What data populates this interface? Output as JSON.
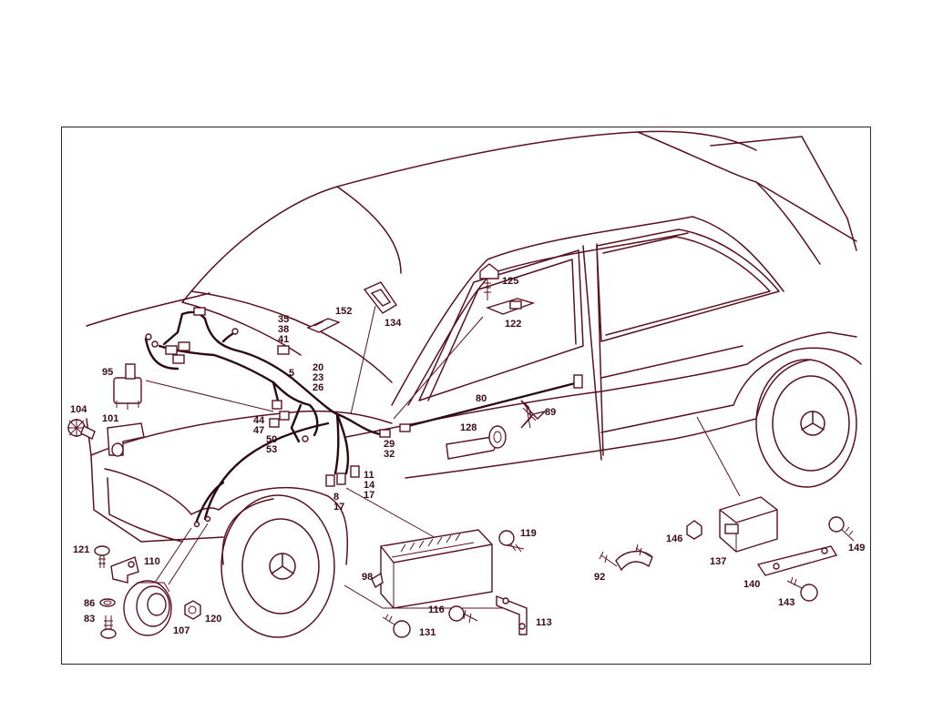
{
  "colors": {
    "line": "#5a1020",
    "label": "#3a0a14",
    "background": "#ffffff"
  },
  "callouts": [
    {
      "id": "c5",
      "text": "5"
    },
    {
      "id": "c8",
      "text": "8"
    },
    {
      "id": "c11",
      "text": "11"
    },
    {
      "id": "c14",
      "text": "14"
    },
    {
      "id": "c17a",
      "text": "17"
    },
    {
      "id": "c17b",
      "text": "17"
    },
    {
      "id": "c20",
      "text": "20"
    },
    {
      "id": "c23",
      "text": "23"
    },
    {
      "id": "c26",
      "text": "26"
    },
    {
      "id": "c29",
      "text": "29"
    },
    {
      "id": "c32",
      "text": "32"
    },
    {
      "id": "c35",
      "text": "35"
    },
    {
      "id": "c38",
      "text": "38"
    },
    {
      "id": "c41",
      "text": "41"
    },
    {
      "id": "c44",
      "text": "44"
    },
    {
      "id": "c47",
      "text": "47"
    },
    {
      "id": "c50",
      "text": "50"
    },
    {
      "id": "c53",
      "text": "53"
    },
    {
      "id": "c80",
      "text": "80"
    },
    {
      "id": "c83",
      "text": "83"
    },
    {
      "id": "c86",
      "text": "86"
    },
    {
      "id": "c89",
      "text": "89"
    },
    {
      "id": "c92",
      "text": "92"
    },
    {
      "id": "c95",
      "text": "95"
    },
    {
      "id": "c98",
      "text": "98"
    },
    {
      "id": "c101",
      "text": "101"
    },
    {
      "id": "c104",
      "text": "104"
    },
    {
      "id": "c107",
      "text": "107"
    },
    {
      "id": "c110",
      "text": "110"
    },
    {
      "id": "c113",
      "text": "113"
    },
    {
      "id": "c116",
      "text": "116"
    },
    {
      "id": "c119",
      "text": "119"
    },
    {
      "id": "c120",
      "text": "120"
    },
    {
      "id": "c121",
      "text": "121"
    },
    {
      "id": "c122",
      "text": "122"
    },
    {
      "id": "c125",
      "text": "125"
    },
    {
      "id": "c128",
      "text": "128"
    },
    {
      "id": "c131",
      "text": "131"
    },
    {
      "id": "c134",
      "text": "134"
    },
    {
      "id": "c137",
      "text": "137"
    },
    {
      "id": "c140",
      "text": "140"
    },
    {
      "id": "c143",
      "text": "143"
    },
    {
      "id": "c146",
      "text": "146"
    },
    {
      "id": "c149",
      "text": "149"
    },
    {
      "id": "c152",
      "text": "152"
    }
  ]
}
